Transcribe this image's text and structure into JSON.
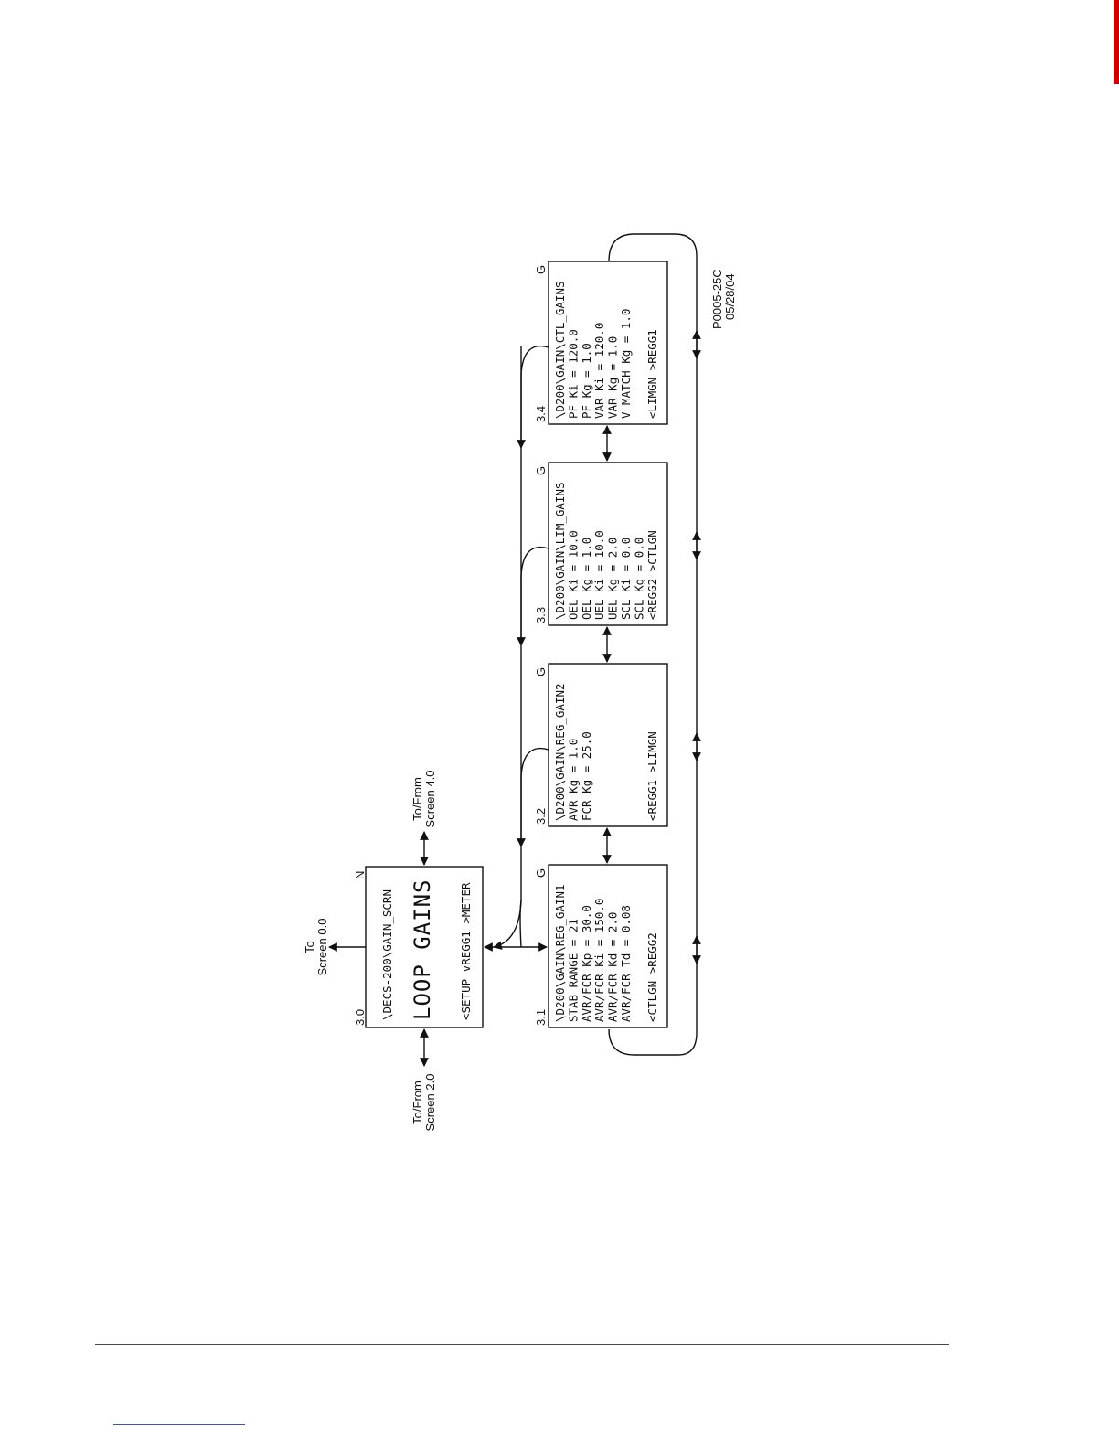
{
  "colors": {
    "ink": "#111111",
    "accent_bar": "#cc0000",
    "rule": "#444444",
    "link": "#3a55c0"
  },
  "main_screen": {
    "id": "3.0",
    "mode": "N",
    "lines": [
      "\\DECS-200\\GAIN_SCRN",
      "LOOP GAINS",
      "<SETUP vREGG1 >METER"
    ]
  },
  "connectors": {
    "to_screen_0": [
      "To",
      "Screen 0.0"
    ],
    "to_screen_4": [
      "To/From",
      "Screen 4.0"
    ],
    "to_screen_2": [
      "To/From",
      "Screen 2.0"
    ]
  },
  "screens": [
    {
      "id": "3.1",
      "mode": "G",
      "lines": [
        "\\D200\\GAIN\\REG_GAIN1",
        "STAB RANGE =    21",
        "AVR/FCR Kp =  30.0",
        "AVR/FCR Ki = 150.0",
        "AVR/FCR Kd =   2.0",
        "AVR/FCR Td =  0.08",
        "",
        "<CTLGN        >REGG2"
      ]
    },
    {
      "id": "3.2",
      "mode": "G",
      "lines": [
        "\\D200\\GAIN\\REG_GAIN2",
        "AVR Kg   =     1.0",
        "FCR Kg   =    25.0",
        "",
        "",
        "",
        "",
        "<REGG1        >LIMGN"
      ]
    },
    {
      "id": "3.3",
      "mode": "G",
      "lines": [
        "\\D200\\GAIN\\LIM_GAINS",
        "OEL Ki   =     10.0",
        "OEL Kg   =      1.0",
        "UEL Ki   =     10.0",
        "UEL Kg   =      2.0",
        "SCL Ki   =      0.0",
        "SCL Kg   =      0.0",
        "<REGG2        >CTLGN"
      ]
    },
    {
      "id": "3.4",
      "mode": "G",
      "lines": [
        "\\D200\\GAIN\\CTL_GAINS",
        "PF Ki    =    120.0",
        "PF Kg    =      1.0",
        "VAR Ki   =    120.0",
        "VAR Kg   =      1.0",
        "V MATCH Kg =    1.0",
        "",
        "<LIMGN        >REGG1"
      ]
    }
  ],
  "drawing_number": [
    "P0005-25C",
    "05/28/04"
  ]
}
